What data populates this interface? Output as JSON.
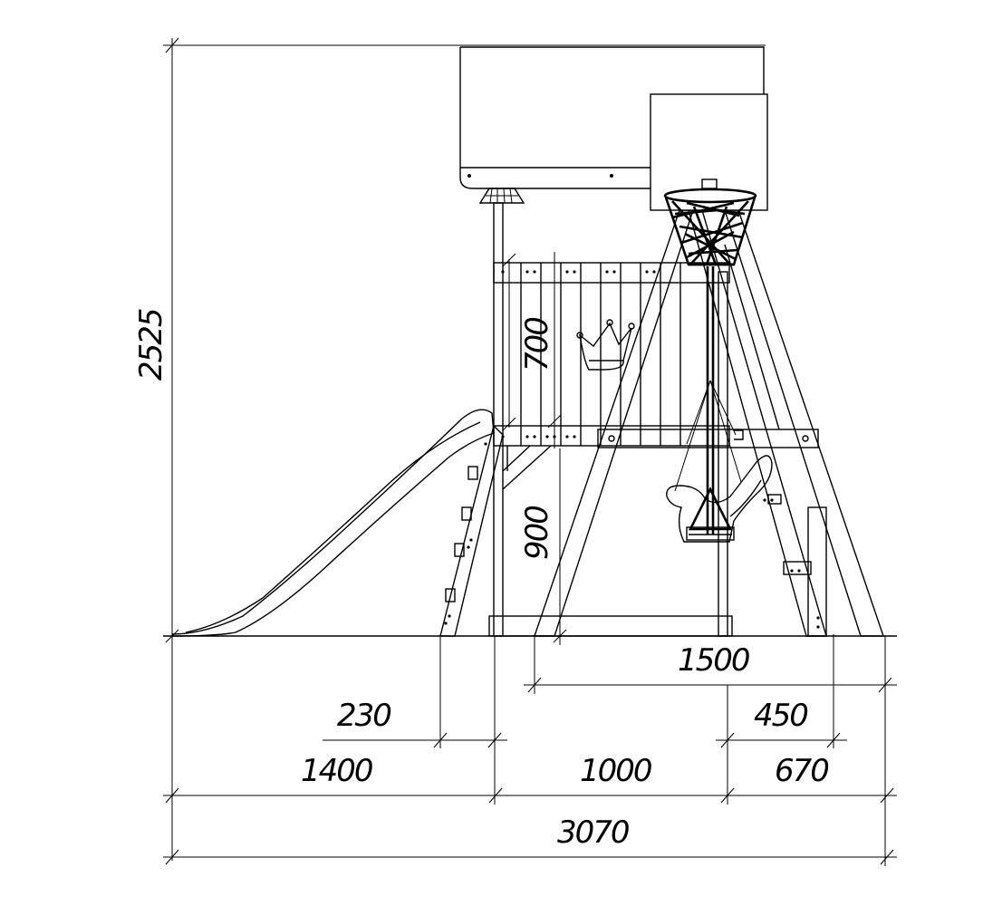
{
  "dimensions": {
    "total_height": "2525",
    "wall_height": "700",
    "deck_height": "900",
    "swing_span": "1500",
    "slide_offset": "230",
    "right_offset": "450",
    "slide_length": "1400",
    "tower_width": "1000",
    "right_width": "670",
    "total_width": "3070"
  },
  "colors": {
    "line": "#000000",
    "background": "#ffffff"
  }
}
